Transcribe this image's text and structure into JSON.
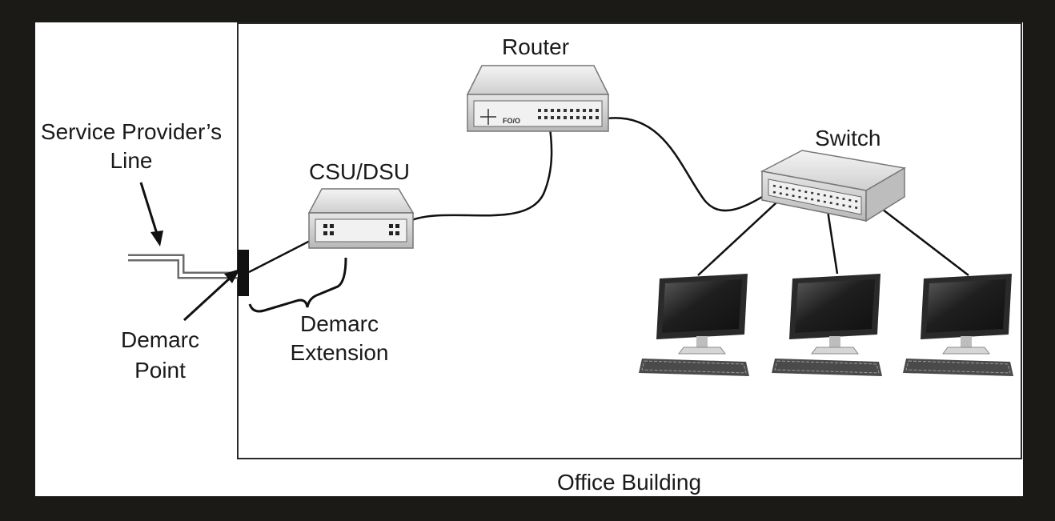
{
  "labels": {
    "router": "Router",
    "switch": "Switch",
    "csu_dsu": "CSU/DSU",
    "service_provider_line": [
      "Service Provider’s",
      "Line"
    ],
    "demarc_point": [
      "Demarc",
      "Point"
    ],
    "demarc_extension": [
      "Demarc",
      "Extension"
    ],
    "office_building": "Office Building",
    "router_port_label": "FO/O"
  },
  "colors": {
    "background": "#1b1a17",
    "canvas": "#ffffff",
    "line": "#1a1a1a",
    "device_light": "#e9e9e9",
    "device_mid": "#c9c9c9",
    "device_dark": "#8e8e8e",
    "monitor": "#2a2a2a"
  },
  "icons": [
    "router-icon",
    "switch-icon",
    "csu-dsu-icon",
    "computer-icon",
    "demarc-block-icon"
  ]
}
